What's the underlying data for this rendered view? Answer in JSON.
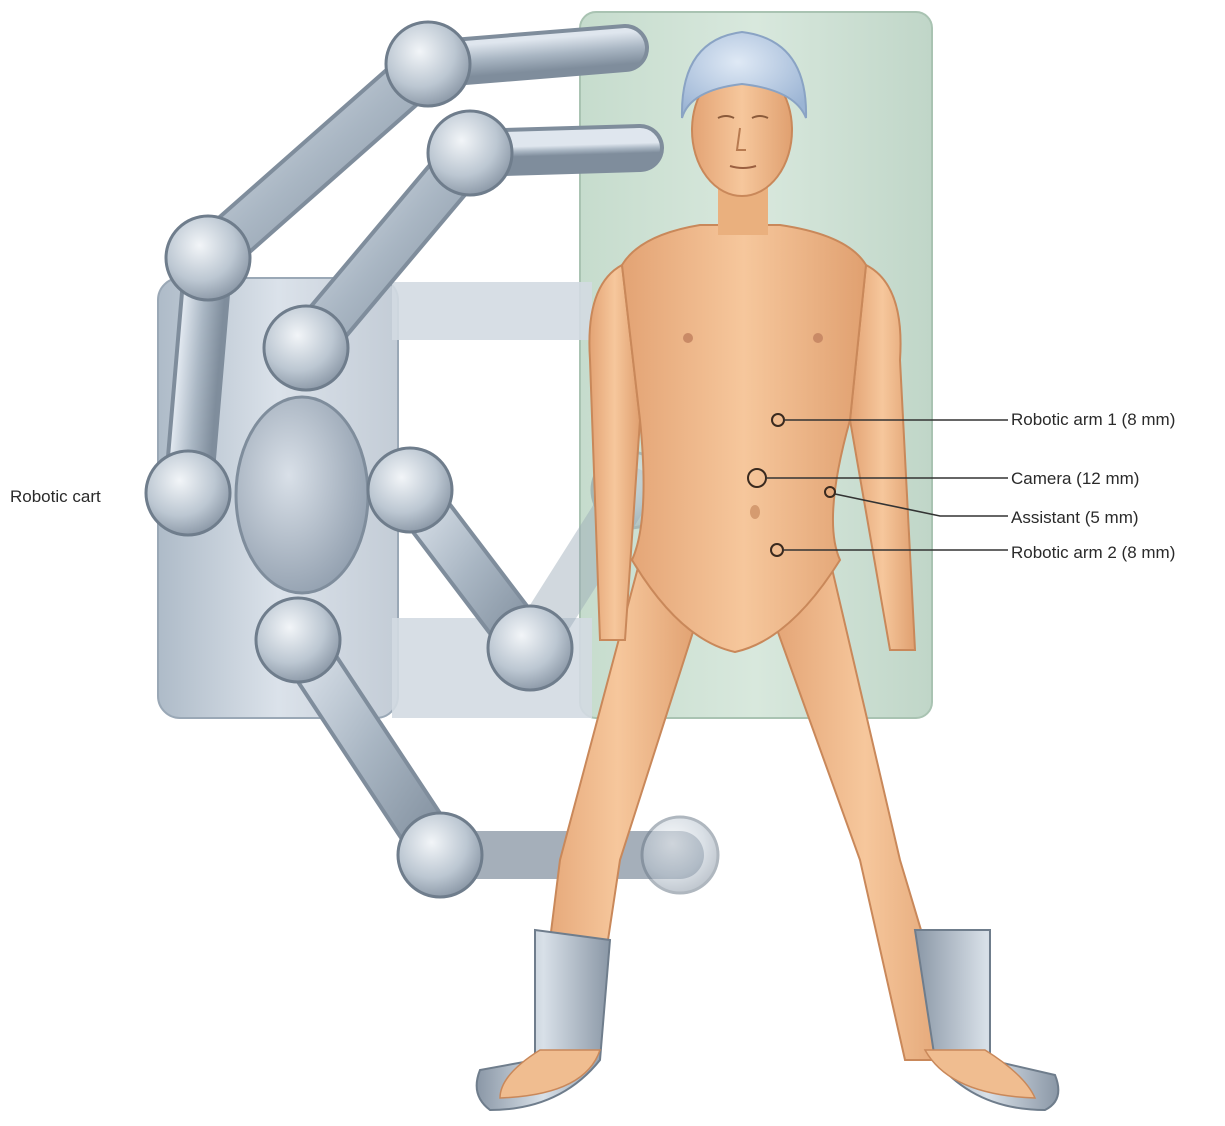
{
  "labels": {
    "robotic_cart": "Robotic cart",
    "robotic_arm_1": "Robotic arm 1 (8 mm)",
    "camera": "Camera (12 mm)",
    "assistant": "Assistant (5 mm)",
    "robotic_arm_2": "Robotic arm 2 (8 mm)"
  },
  "colors": {
    "table": "#cfe3d6",
    "cart": "#b8c4cf",
    "arm": "#a9b6c3",
    "skin": "#f0b886",
    "cap": "#b9cde6",
    "leader_line": "#333333"
  }
}
